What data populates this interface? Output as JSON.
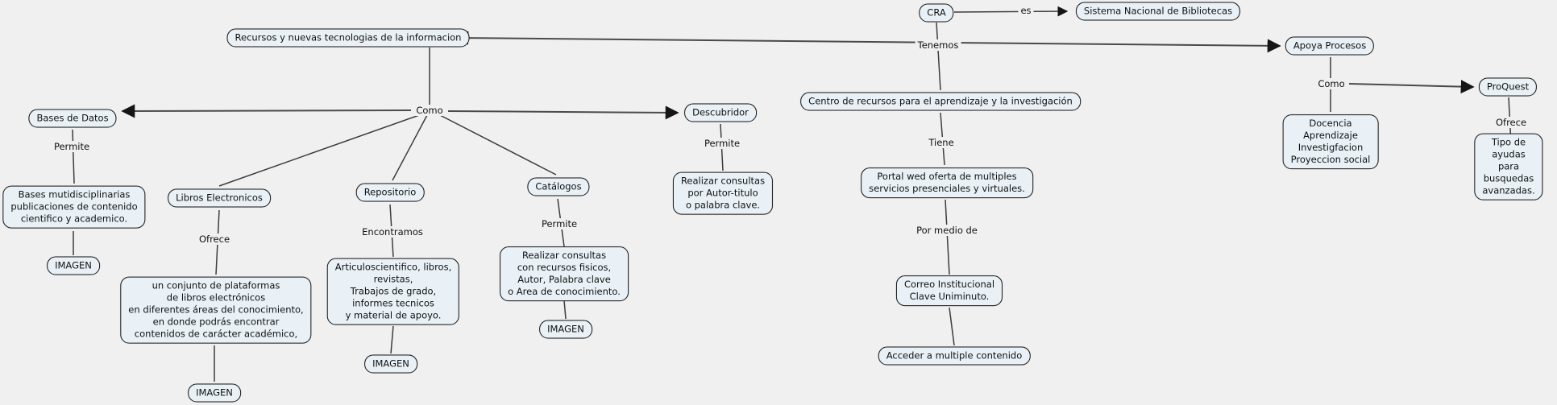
{
  "app": {
    "background_color": "#f0f0f0",
    "node_fill_color": "#e9f1f6",
    "node_border_color": "#1a1a1a",
    "line_color": "#3c3c3c"
  },
  "nodes": {
    "cra": "CRA",
    "sistema": "Sistema Nacional de Bibliotecas",
    "recursos": "Recursos y nuevas tecnologias de la informacion",
    "apoya": "Apoya Procesos",
    "proquest": "ProQuest",
    "centro": "Centro de recursos para el aprendizaje y la investigación",
    "bases_datos": "Bases de Datos",
    "descubridor": "Descubridor",
    "docencia": "Docencia\nAprendizaje\nInvestigfacion\nProyeccion social",
    "tipo_ayudas": "Tipo de ayudas\npara busquedas\navanzadas.",
    "bases_multi": "Bases mutidisciplinarias\npublicaciones de contenido\ncientifico y academico.",
    "libros": "Libros Electronicos",
    "repositorio": "Repositorio",
    "catalogos": "Catálogos",
    "conjunto": "un conjunto de plataformas\nde libros electrónicos\nen diferentes áreas del conocimiento,\nen donde podrás encontrar\ncontenidos de carácter académico,",
    "articulos": "Articuloscientifico, libros,\nrevistas,\nTrabajos de grado,\ninformes tecnicos\ny material de apoyo.",
    "consultas_fisicos": "Realizar consultas\ncon recursos fisicos,\nAutor, Palabra clave\no Area de conocimiento.",
    "consultas_autor": "Realizar consultas\npor Autor-titulo\no palabra clave.",
    "portal": "Portal wed oferta de multiples\nservicios presenciales y virtuales.",
    "correo": "Correo Institucional\nClave Uniminuto.",
    "acceder": "Acceder a multiple contenido",
    "imagen_bases": "IMAGEN",
    "imagen_conjunto": "IMAGEN",
    "imagen_repositorio": "IMAGEN",
    "imagen_catalogos": "IMAGEN"
  },
  "link_labels": {
    "es": "es",
    "tenemos": "Tenemos",
    "como_left": "Como",
    "permite_bases": "Permite",
    "ofrece_libros": "Ofrece",
    "encontramos": "Encontramos",
    "permite_catalogos": "Permite",
    "permite_descubridor": "Permite",
    "tiene": "Tiene",
    "por_medio": "Por medio de",
    "como_right": "Como",
    "ofrece_proquest": "Ofrece"
  }
}
